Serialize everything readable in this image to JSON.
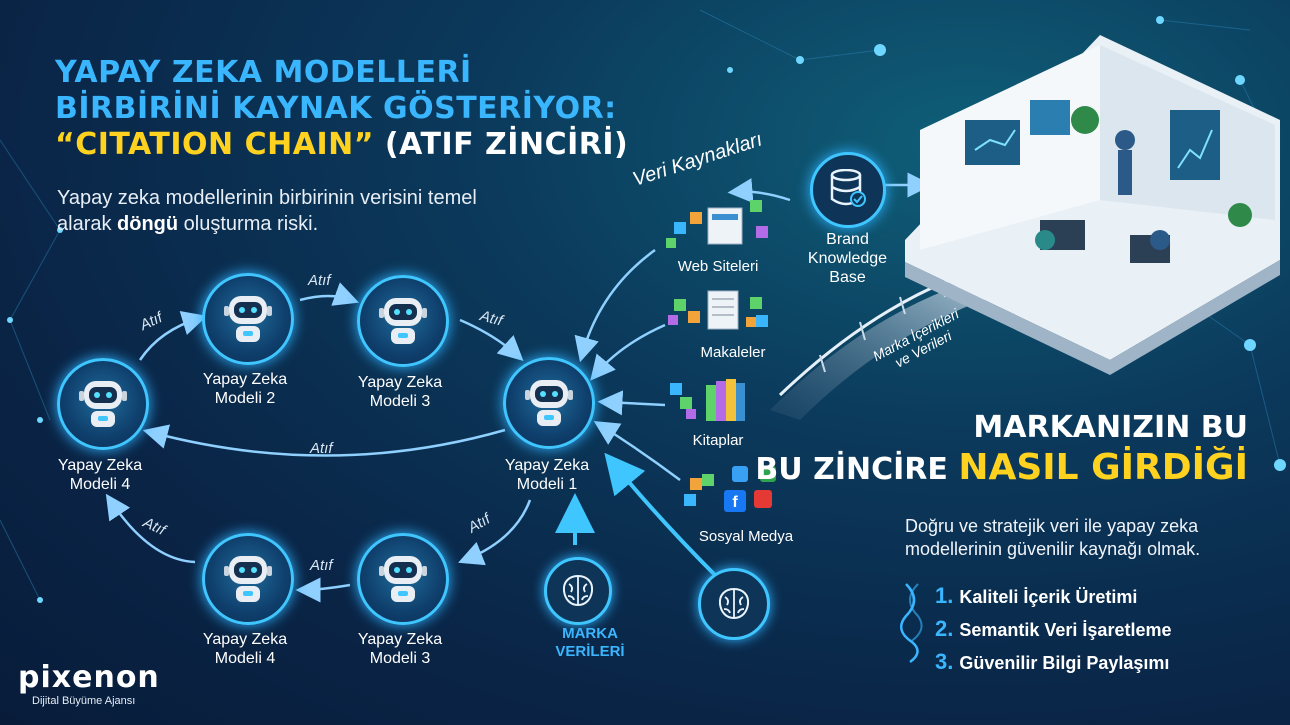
{
  "title": {
    "line1": "YAPAY ZEKA MODELLERİ",
    "line2": "BİRBİRİNİ KAYNAK GÖSTERİYOR:",
    "line3_quote": "“CITATION CHAIN”",
    "line3_rest": "(ATIF ZİNCİRİ)"
  },
  "subtitle": {
    "part1": "Yapay zeka modellerinin birbirinin verisini temel alarak ",
    "bold": "döngü",
    "part2": " oluşturma riski."
  },
  "nodes": {
    "model2_top": "Yapay Zeka\nModeli 2",
    "model3_top": "Yapay Zeka\nModeli 3",
    "model4_left": "Yapay Zeka\nModeli 4",
    "model1": "Yapay Zeka\nModeli 1",
    "model4_bottom": "Yapay Zeka\nModeli 4",
    "model3_bottom": "Yapay Zeka\nModeli 3"
  },
  "edges": {
    "atif": "Atıf"
  },
  "sources": {
    "heading": "Veri Kaynakları",
    "web": "Web Siteleri",
    "articles": "Makaleler",
    "books": "Kitaplar",
    "social": "Sosyal Medya"
  },
  "brand_kb": "Brand\nKnowledge\nBase",
  "bridge_label": "Marka İçerikleri\nve Verileri",
  "brand_data": "MARKA\nVERİLERİ",
  "right_heading": {
    "line1": "MARKANIZIN BU",
    "line2a": "BU ZİNCİRE",
    "line2b": "NASIL GİRDİĞİ"
  },
  "description": "Doğru ve stratejik veri ile yapay zeka modellerinin güvenilir kaynağı olmak.",
  "steps": [
    {
      "num": "1.",
      "text": "Kaliteli İçerik Üretimi"
    },
    {
      "num": "2.",
      "text": "Semantik Veri İşaretleme"
    },
    {
      "num": "3.",
      "text": "Güvenilir Bilgi Paylaşımı"
    }
  ],
  "logo": {
    "name": "pixenon",
    "tagline": "Dijital Büyüme Ajansı"
  },
  "colors": {
    "accent_blue": "#3ab6ff",
    "accent_yellow": "#ffd21f",
    "bg_dark": "#0a2547"
  },
  "icons": [
    "robot-icon",
    "brain-icon",
    "database-icon",
    "globe-icon",
    "book-icon",
    "social-icon"
  ]
}
